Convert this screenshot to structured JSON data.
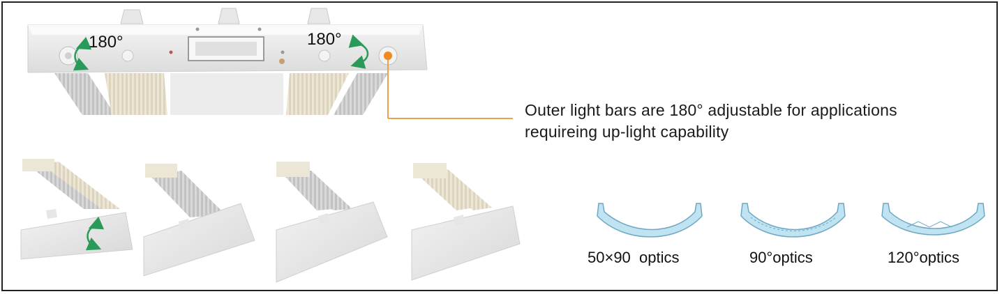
{
  "rotation_labels": {
    "left": "180°",
    "right": "180°"
  },
  "callout": {
    "line1": "Outer light bars are 180° adjustable for applications",
    "line2": "requireing up-light capability"
  },
  "optics": [
    {
      "label": "50×90  optics"
    },
    {
      "label": "90°optics"
    },
    {
      "label": "120°optics"
    }
  ],
  "colors": {
    "callout_line": "#f0a04a",
    "callout_dot": "#f08a20",
    "rotate_arrow": "#2a9a5a",
    "lens_fill": "#bfe3f0",
    "lens_stroke": "#6fa8c4",
    "frame": "#222222"
  },
  "icons": {
    "rotate": "curved-double-arrow-icon"
  }
}
